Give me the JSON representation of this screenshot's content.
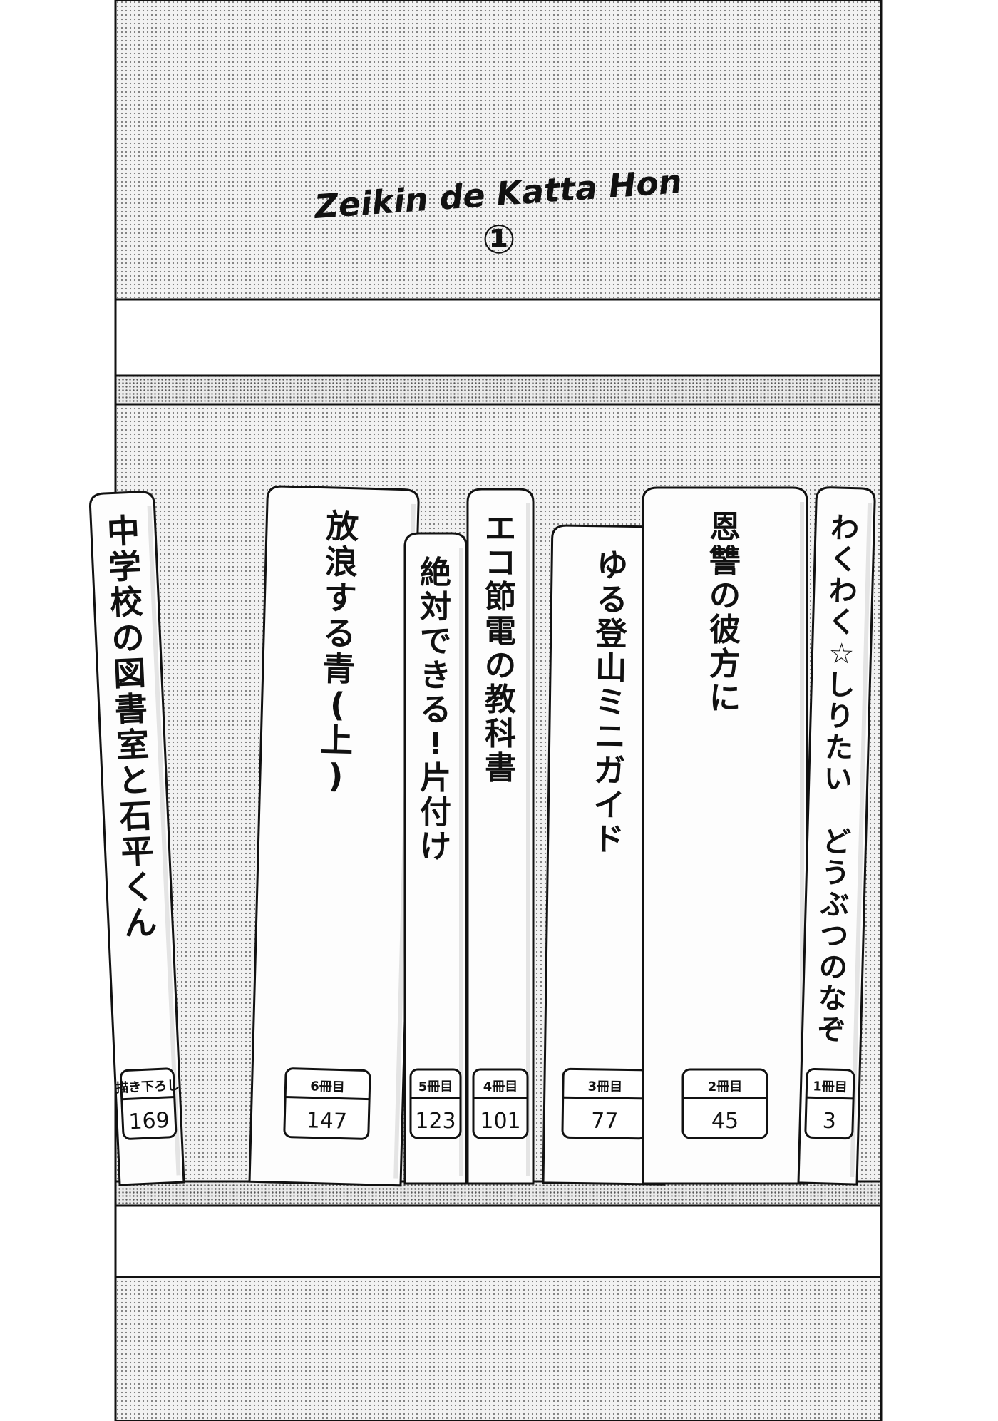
{
  "header": {
    "series_title": "Zeikin de Katta Hon",
    "volume_mark": "①"
  },
  "books": [
    {
      "title": "中学校の図書室と石平くん",
      "label_top": "描き下ろし",
      "label_num": "169"
    },
    {
      "title": "放浪する青(上)",
      "label_top": "6冊目",
      "label_num": "147"
    },
    {
      "title": "絶対できる!片付け",
      "label_top": "5冊目",
      "label_num": "123"
    },
    {
      "title": "エコ節電の教科書",
      "label_top": "4冊目",
      "label_num": "101"
    },
    {
      "title": "ゆる登山ミニガイド",
      "label_top": "3冊目",
      "label_num": "77"
    },
    {
      "title": "恩讐の彼方に",
      "label_top": "2冊目",
      "label_num": "45"
    },
    {
      "title": "わくわく☆しりたい どうぶつのなぞ",
      "label_top": "1冊目",
      "label_num": "3"
    }
  ]
}
